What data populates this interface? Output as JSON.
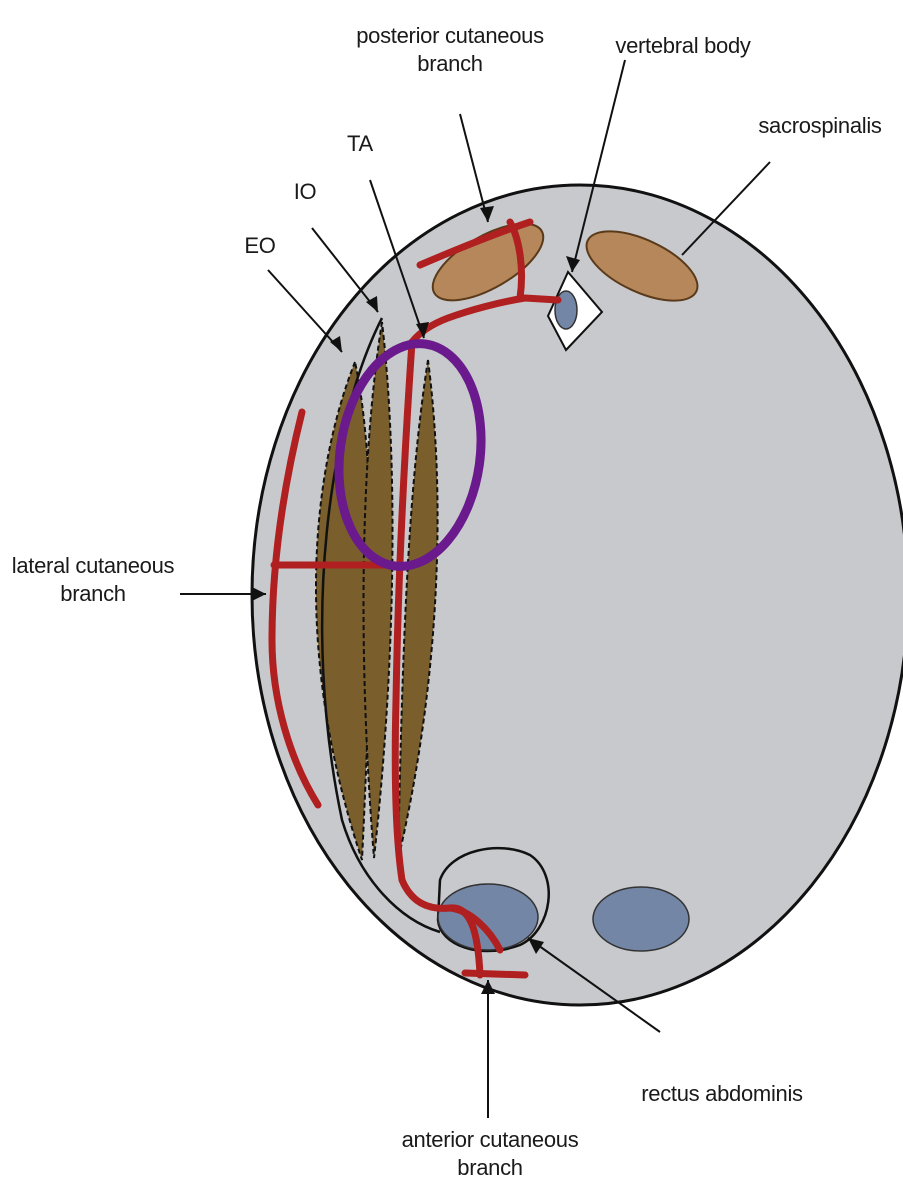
{
  "labels": {
    "posterior_cutaneous": [
      "posterior cutaneous",
      "branch"
    ],
    "vertebral_body": "vertebral body",
    "sacrospinalis": "sacrospinalis",
    "ta": "TA",
    "io": "IO",
    "eo": "EO",
    "lateral_cutaneous": [
      "lateral cutaneous",
      "branch"
    ],
    "rectus_abdominis": "rectus abdominis",
    "anterior_cutaneous": [
      "anterior cutaneous",
      "branch"
    ]
  },
  "colors": {
    "body_fill": "#c8c9cc",
    "muscle_fill": "#7a5e2c",
    "sacrospinalis_fill": "#b5875a",
    "rectus_fill": "#7486a6",
    "vertebral_fill": "#7486a6",
    "nerve": "#b02020",
    "highlight": "#6a1a8c",
    "line": "#111111"
  }
}
